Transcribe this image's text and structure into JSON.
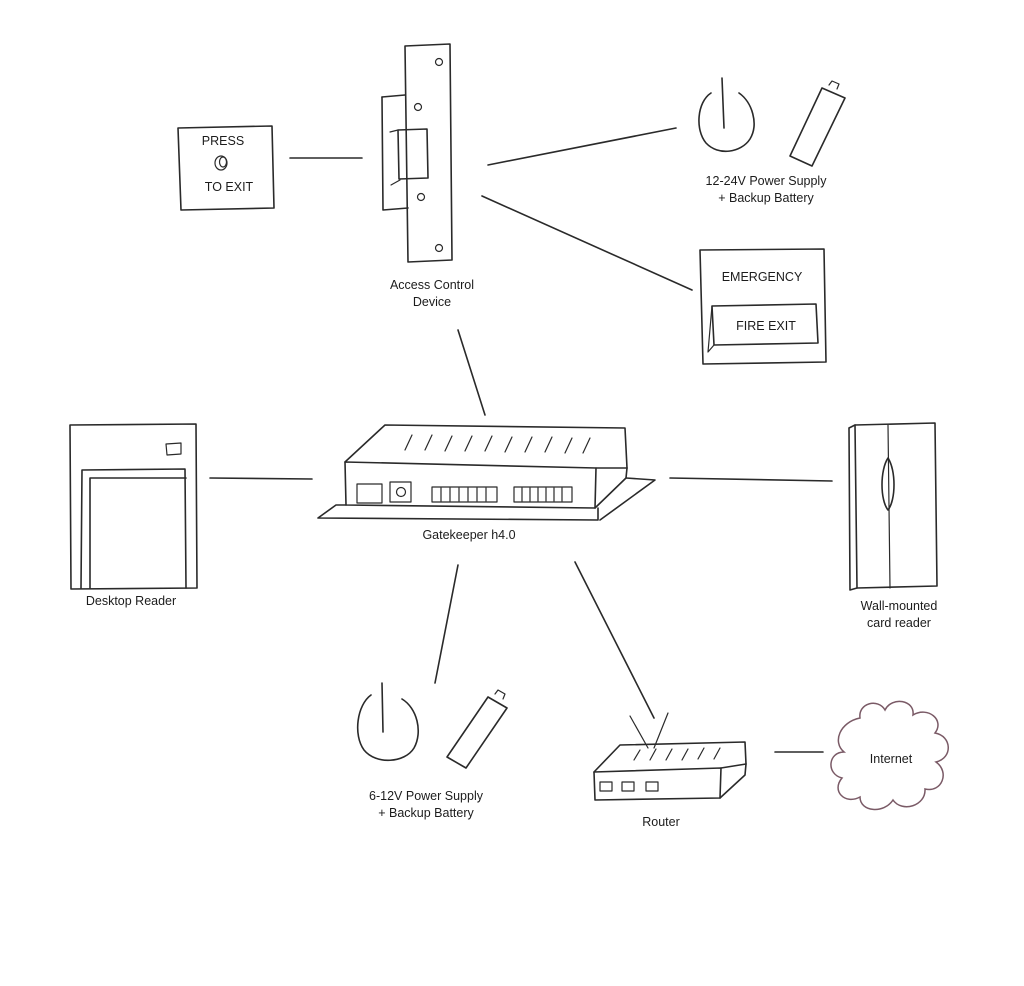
{
  "diagram": {
    "nodes": {
      "exit_button": {
        "line1": "PRESS",
        "line2": "TO EXIT",
        "icon": "push-button-icon"
      },
      "access_control": {
        "label_line1": "Access Control",
        "label_line2": "Device",
        "icon": "door-strike-icon"
      },
      "power_supply_top": {
        "label_line1": "12-24V Power Supply",
        "label_line2": "+ Backup Battery",
        "icon": "power-battery-icon"
      },
      "emergency": {
        "line1": "EMERGENCY",
        "line2": "FIRE EXIT",
        "icon": "emergency-exit-icon"
      },
      "desktop_reader": {
        "label": "Desktop Reader",
        "icon": "desktop-reader-icon"
      },
      "gatekeeper": {
        "label": "Gatekeeper h4.0",
        "icon": "controller-box-icon"
      },
      "wall_reader": {
        "label_line1": "Wall-mounted",
        "label_line2": "card reader",
        "icon": "wall-reader-icon"
      },
      "power_supply_bottom": {
        "label_line1": "6-12V Power Supply",
        "label_line2": "+ Backup Battery",
        "icon": "power-battery-icon"
      },
      "router": {
        "label": "Router",
        "icon": "router-icon"
      },
      "internet": {
        "label": "Internet",
        "icon": "cloud-icon"
      }
    },
    "edges": [
      {
        "from": "exit_button",
        "to": "access_control"
      },
      {
        "from": "access_control",
        "to": "power_supply_top"
      },
      {
        "from": "access_control",
        "to": "emergency"
      },
      {
        "from": "access_control",
        "to": "gatekeeper"
      },
      {
        "from": "desktop_reader",
        "to": "gatekeeper"
      },
      {
        "from": "gatekeeper",
        "to": "wall_reader"
      },
      {
        "from": "gatekeeper",
        "to": "power_supply_bottom"
      },
      {
        "from": "gatekeeper",
        "to": "router"
      },
      {
        "from": "router",
        "to": "internet"
      }
    ],
    "colors": {
      "ink": "#2a2a2a",
      "cloud_outline": "#7a5a66",
      "background": "#ffffff"
    }
  }
}
